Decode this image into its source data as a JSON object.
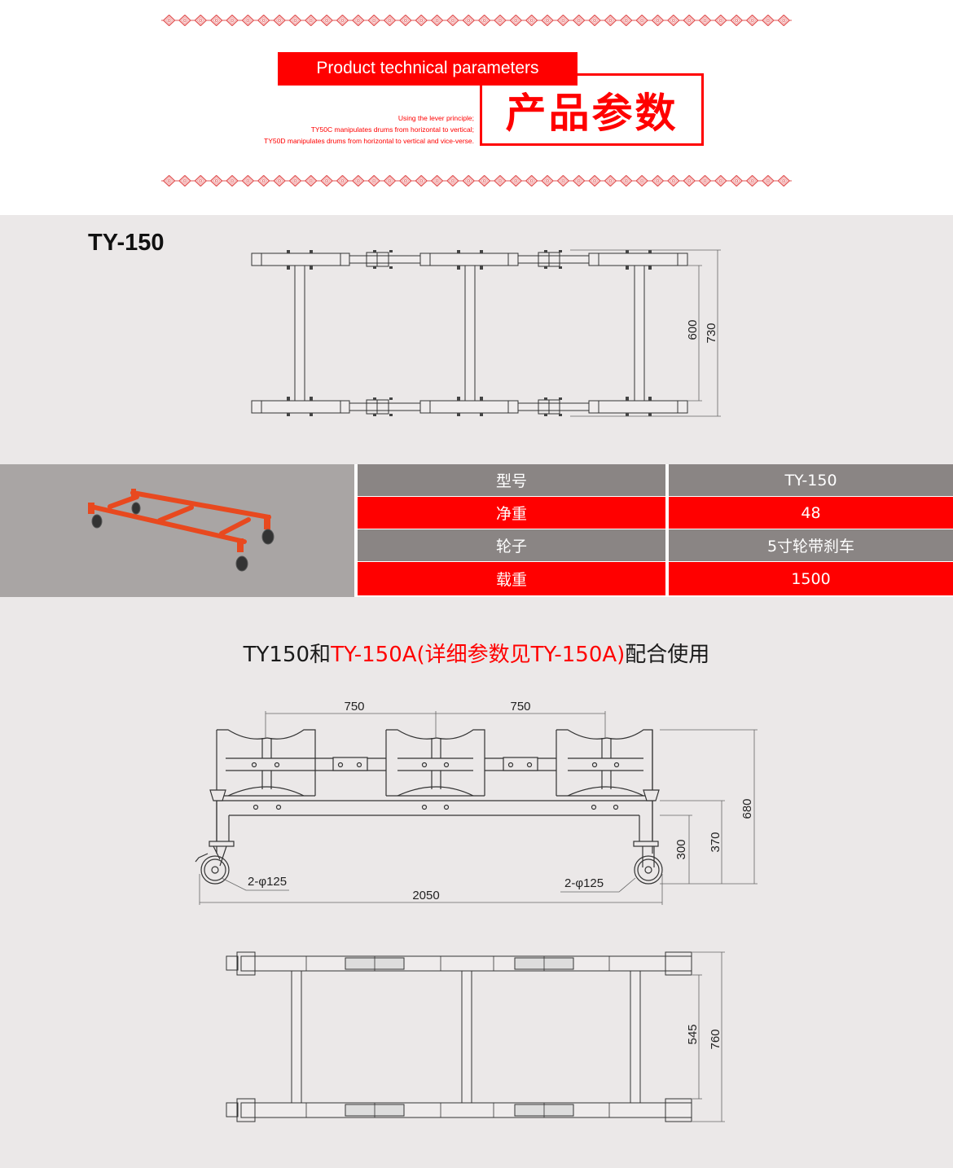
{
  "header": {
    "banner_en": "Product technical parameters",
    "title_cn": "产品参数",
    "description": [
      "Using the lever principle;",
      "TY50C manipulates drums from horizontal to vertical;",
      "TY50D manipulates drums from horizontal to vertical and vice-verse."
    ],
    "decoration": "red-diamond-border-pattern",
    "accent_color": "#ff0000"
  },
  "top_view": {
    "model_title": "TY-150",
    "dimensions": {
      "inner_width": "600",
      "outer_width": "730"
    }
  },
  "spec_table": {
    "photo": "orange-drum-dolly-photo",
    "rows": [
      {
        "label": "型号",
        "value": "TY-150",
        "style": "gray"
      },
      {
        "label": "净重",
        "value": "48",
        "style": "red"
      },
      {
        "label": "轮子",
        "value": "5寸轮带刹车",
        "style": "gray"
      },
      {
        "label": "载重",
        "value": "1500",
        "style": "red"
      }
    ],
    "colors": {
      "gray": "#8a8584",
      "red": "#ff0000",
      "photo_bg": "#a9a5a4"
    }
  },
  "combination": {
    "text_prefix": "TY150和",
    "text_highlight": "TY-150A(详细参数见TY-150A)",
    "text_suffix": "配合使用"
  },
  "side_view": {
    "spacing_1": "750",
    "spacing_2": "750",
    "total_length": "2050",
    "height_total": "680",
    "height_frame": "370",
    "height_lower": "300",
    "wheel_left": "2-φ125",
    "wheel_right": "2-φ125"
  },
  "bottom_top_view": {
    "inner_width": "545",
    "outer_width": "760"
  }
}
